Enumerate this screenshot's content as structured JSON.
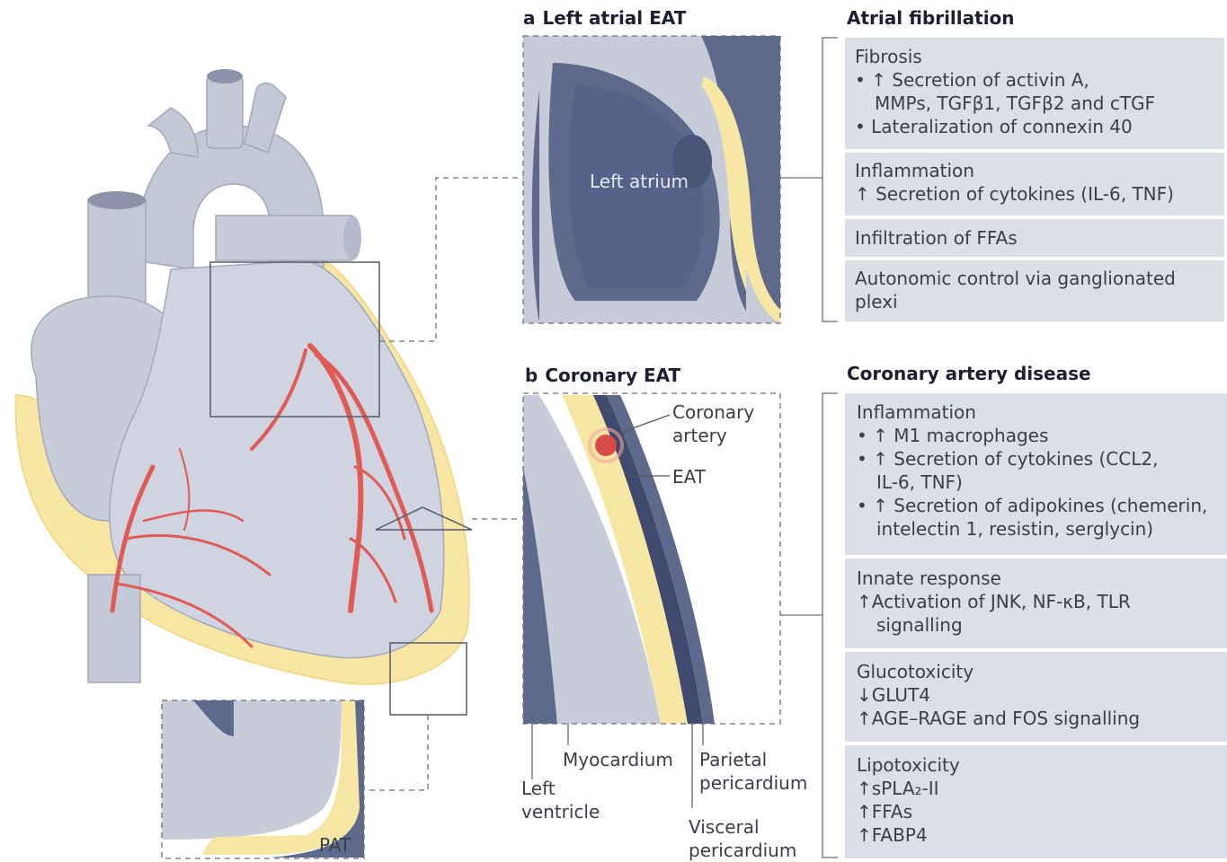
{
  "panel_a": {
    "letter": "a",
    "title": "Left atrial EAT",
    "chamber_label": "Left atrium"
  },
  "panel_b": {
    "letter": "b",
    "title": "Coronary EAT",
    "labels": {
      "coronary_artery": [
        "Coronary",
        "artery"
      ],
      "eat": "EAT",
      "myocardium": "Myocardium",
      "left_ventricle": [
        "Left",
        "ventricle"
      ],
      "parietal_pericardium": [
        "Parietal",
        "pericardium"
      ],
      "visceral_pericardium": [
        "Visceral",
        "pericardium"
      ]
    }
  },
  "pat_label": "PAT",
  "atrial_fibrillation": {
    "heading": "Atrial fibrillation",
    "boxes": [
      {
        "lines": [
          "Fibrosis",
          "• ↑ Secretion of activin A,",
          "MMPs, TGFβ1, TGFβ2 and cTGF",
          "• Lateralization of connexin 40"
        ]
      },
      {
        "lines": [
          "Inflammation",
          "↑ Secretion of cytokines (IL-6, TNF)"
        ]
      },
      {
        "lines": [
          "Infiltration of FFAs"
        ]
      },
      {
        "lines": [
          "Autonomic control via ganglionated",
          "plexi"
        ]
      }
    ]
  },
  "coronary_artery_disease": {
    "heading": "Coronary artery disease",
    "boxes": [
      {
        "lines": [
          "Inflammation",
          "• ↑ M1 macrophages",
          "• ↑ Secretion of cytokines (CCL2,",
          "IL-6, TNF)",
          "• ↑ Secretion of adipokines (chemerin,",
          "intelectin 1, resistin, serglycin)"
        ]
      },
      {
        "lines": [
          "Innate response",
          "↑Activation of JNK, NF-κB, TLR",
          "signalling"
        ]
      },
      {
        "lines": [
          "Glucotoxicity",
          "↓GLUT4",
          "↑AGE–RAGE and FOS signalling"
        ]
      },
      {
        "lines": [
          "Lipotoxicity",
          "↑sPLA₂-II",
          "↑FFAs",
          "↑FABP4"
        ]
      }
    ]
  },
  "colors": {
    "fat": "#f8e6a4",
    "tissue": "#c8ccd8",
    "dark_tissue": "#5e6a8c",
    "vessel": "#e05b55",
    "box": "#dcdee8"
  }
}
